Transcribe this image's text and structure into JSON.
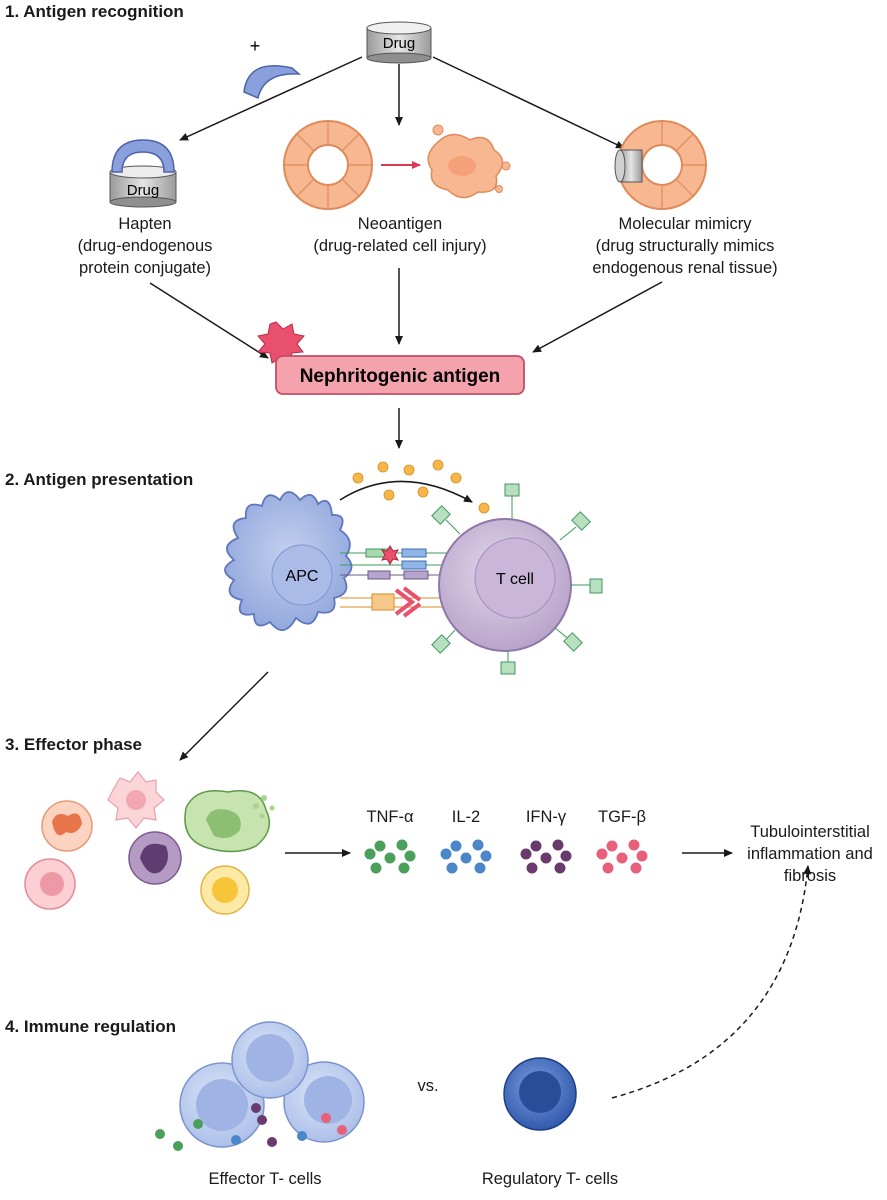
{
  "sections": {
    "s1": "1. Antigen recognition",
    "s2": "2. Antigen presentation",
    "s3": "3. Effector phase",
    "s4": "4. Immune regulation"
  },
  "recognition": {
    "plus": "+",
    "drug_top": "Drug",
    "drug_hapten": "Drug",
    "hapten": [
      "Hapten",
      "(drug-endogenous",
      "protein conjugate)"
    ],
    "neoantigen": [
      "Neoantigen",
      "(drug-related cell injury)"
    ],
    "mimicry": [
      "Molecular mimicry",
      "(drug structurally mimics",
      "endogenous renal tissue)"
    ],
    "antigen_box": "Nephritogenic antigen"
  },
  "presentation": {
    "apc": "APC",
    "tcell": "T cell"
  },
  "effector": {
    "cytokines": [
      {
        "label": "TNF-α",
        "color": "#4aa05a"
      },
      {
        "label": "IL-2",
        "color": "#4a86c8"
      },
      {
        "label": "IFN-γ",
        "color": "#6a3a6e"
      },
      {
        "label": "TGF-β",
        "color": "#e8607a"
      }
    ],
    "outcome": [
      "Tubulointerstitial",
      "inflammation and",
      "fibrosis"
    ]
  },
  "regulation": {
    "vs": "vs.",
    "effector_label": "Effector T- cells",
    "regulatory_label": "Regulatory T- cells"
  },
  "colors": {
    "antigen_box_fill": "#f4a3ad",
    "apc_fill": "#9fb3e0",
    "tcell_fill": "#cfc0dc",
    "tissue": "#f7b891",
    "arrow": "#1a1a1a"
  }
}
